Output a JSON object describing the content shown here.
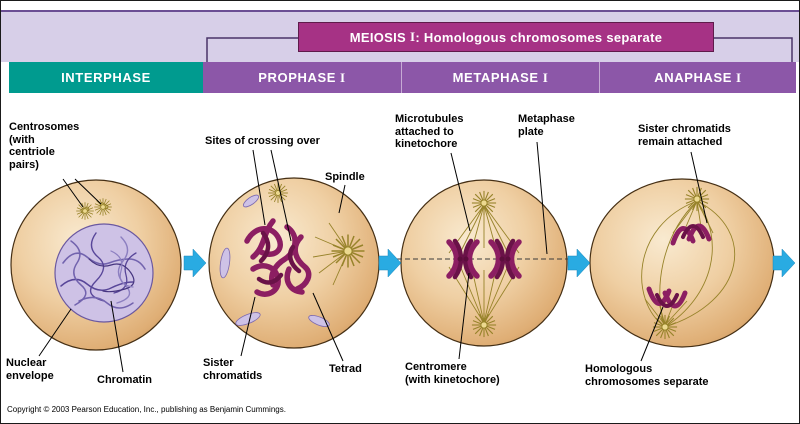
{
  "banner": {
    "prefix": "MEIOSIS",
    "numeral": "I",
    "suffix": ": Homologous chromosomes separate"
  },
  "phases": [
    {
      "name": "INTERPHASE"
    },
    {
      "name": "PROPHASE",
      "numeral": "I"
    },
    {
      "name": "METAPHASE",
      "numeral": "I"
    },
    {
      "name": "ANAPHASE",
      "numeral": "I"
    }
  ],
  "annotations": {
    "centrosomes": "Centrosomes\n(with\ncentriole\npairs)",
    "nuclear_envelope": "Nuclear\nenvelope",
    "chromatin": "Chromatin",
    "crossing_over": "Sites of crossing over",
    "spindle": "Spindle",
    "sister_chromatids": "Sister\nchromatids",
    "tetrad": "Tetrad",
    "microtubules": "Microtubules\nattached to\nkinetochore",
    "metaphase_plate": "Metaphase\nplate",
    "centromere": "Centromere\n(with kinetochore)",
    "sister_chromatids_attached": "Sister chromatids\nremain attached",
    "homologous_separate": "Homologous\nchromosomes separate"
  },
  "colors": {
    "banner_bg": "#a63285",
    "phase_purple": "#8c57a8",
    "phase_teal": "#009b8f",
    "band_lavender": "#d7cfe8",
    "arrow_blue": "#29abe2",
    "chromosome": "#8c1e62",
    "cell_tan": "#ecca9c",
    "spindle_olive": "#97832a",
    "nucleus_lavender": "#cec2e6"
  },
  "copyright": "Copyright © 2003 Pearson Education, Inc., publishing as Benjamin Cummings."
}
